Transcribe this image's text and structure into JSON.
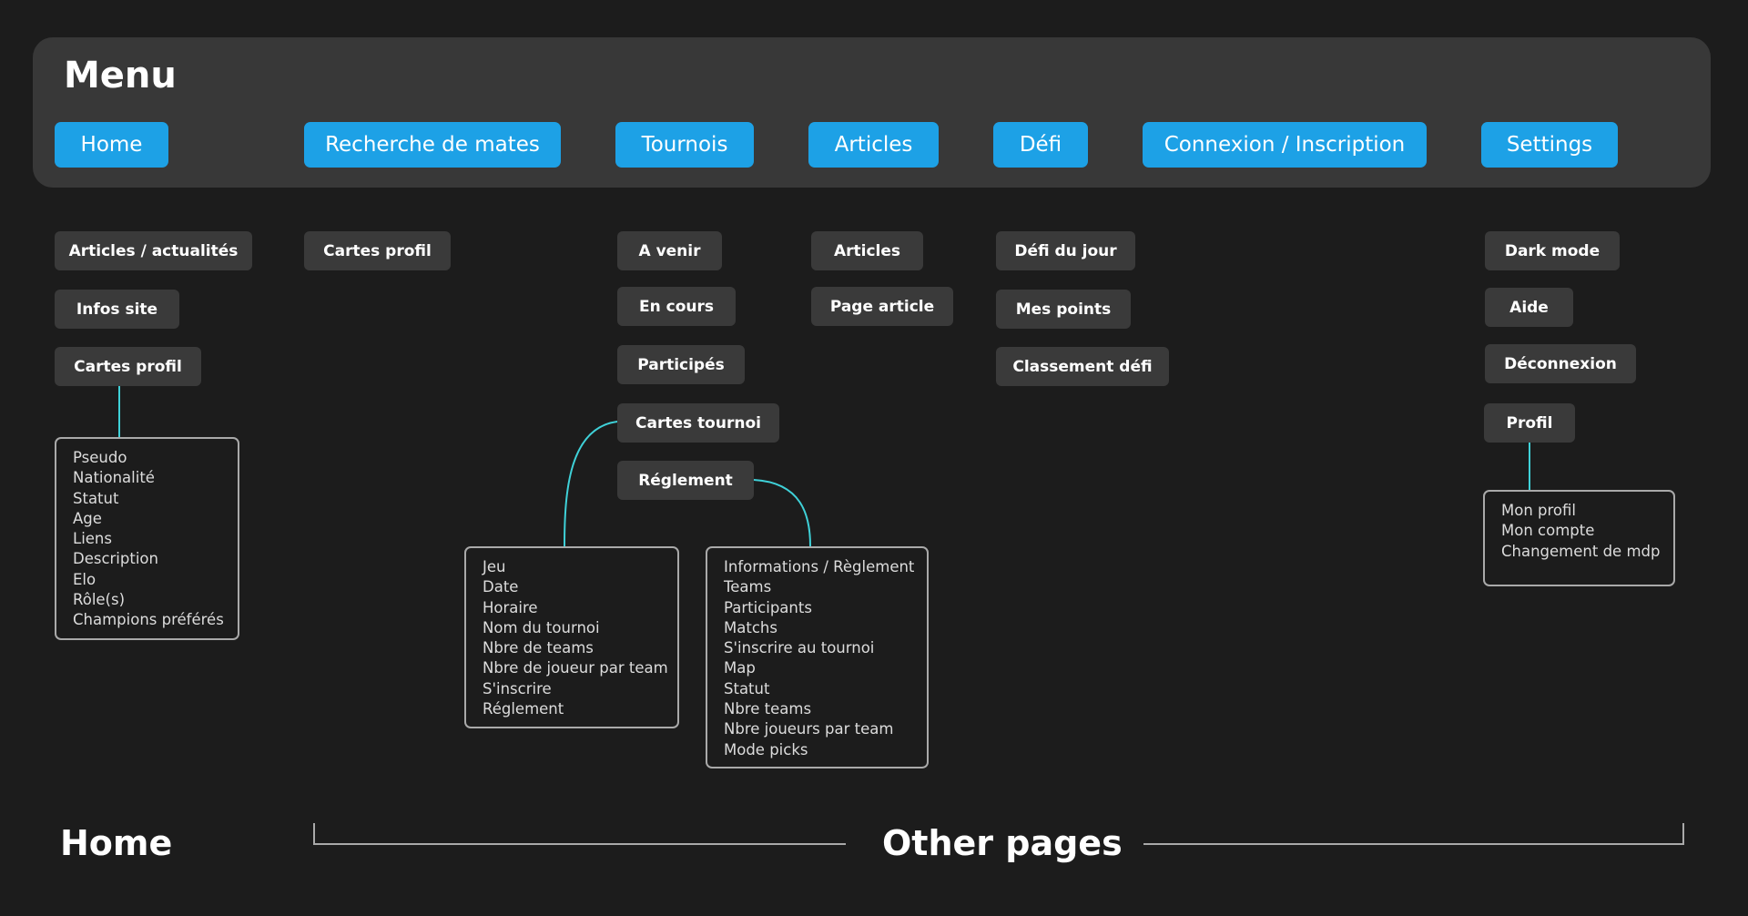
{
  "menu": {
    "title": "Menu",
    "items": [
      {
        "label": "Home"
      },
      {
        "label": "Recherche de mates"
      },
      {
        "label": "Tournois"
      },
      {
        "label": "Articles"
      },
      {
        "label": "Défi"
      },
      {
        "label": "Connexion / Inscription"
      },
      {
        "label": "Settings"
      }
    ]
  },
  "home": {
    "subitems": [
      "Articles / actualités",
      "Infos site",
      "Cartes profil"
    ],
    "cartes_profil_details": [
      "Pseudo",
      "Nationalité",
      "Statut",
      "Age",
      "Liens",
      "Description",
      "Elo",
      "Rôle(s)",
      "Champions préférés"
    ]
  },
  "recherche": {
    "subitems": [
      "Cartes profil"
    ]
  },
  "tournois": {
    "subitems": [
      "A venir",
      "En cours",
      "Participés",
      "Cartes tournoi",
      "Réglement"
    ],
    "cartes_tournoi_details": [
      "Jeu",
      "Date",
      "Horaire",
      "Nom du tournoi",
      "Nbre de teams",
      "Nbre de joueur par team",
      "S'inscrire",
      "Réglement"
    ],
    "reglement_details": [
      "Informations / Règlement",
      "Teams",
      "Participants",
      "Matchs",
      "S'inscrire au tournoi",
      "Map",
      "Statut",
      "Nbre teams",
      "Nbre joueurs par team",
      "Mode picks"
    ]
  },
  "articles": {
    "subitems": [
      "Articles",
      "Page article"
    ]
  },
  "defi": {
    "subitems": [
      "Défi du jour",
      "Mes points",
      "Classement défi"
    ]
  },
  "settings": {
    "subitems": [
      "Dark mode",
      "Aide",
      "Déconnexion",
      "Profil"
    ],
    "profil_details": [
      "Mon profil",
      "Mon compte",
      "Changement de mdp"
    ]
  },
  "footer": {
    "home_label": "Home",
    "other_label": "Other pages"
  },
  "colors": {
    "background": "#1c1c1c",
    "panel": "#383838",
    "accent": "#1da1e6",
    "subitem": "#3a3a3a",
    "connector": "#3fd1d8",
    "border": "#a9a9a9"
  }
}
